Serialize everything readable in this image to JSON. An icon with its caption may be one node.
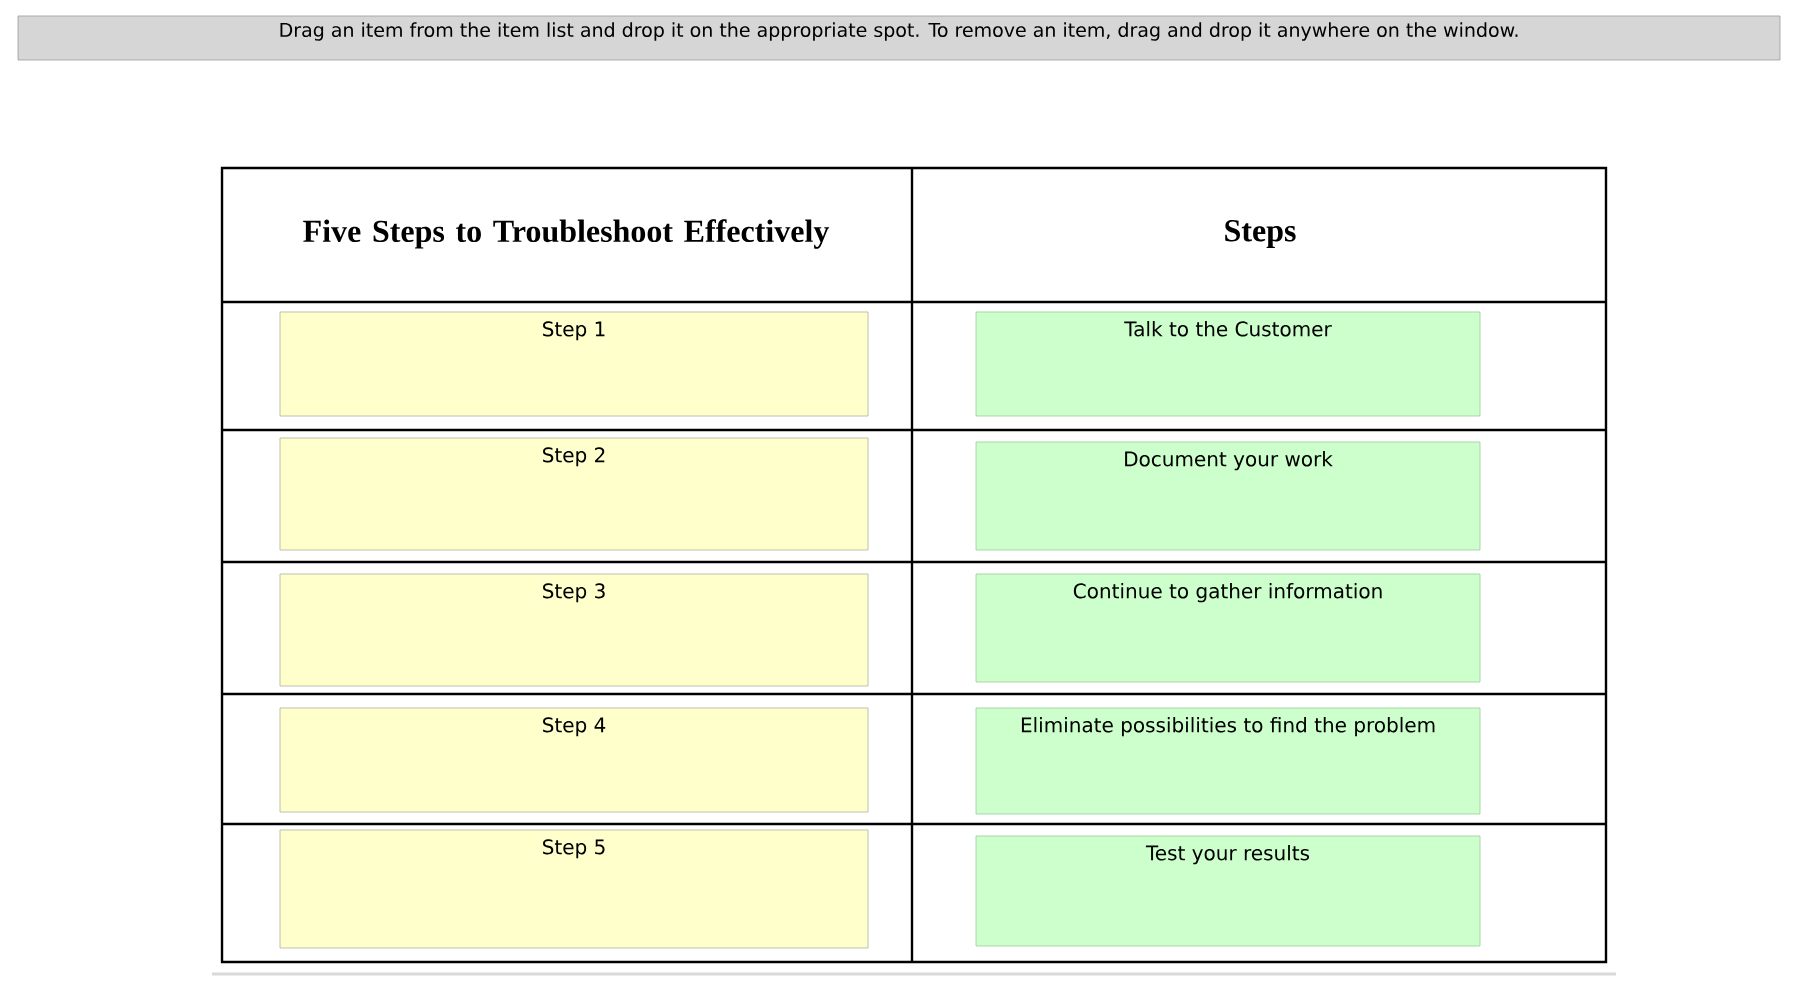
{
  "diagram": {
    "nodes": [
      {
        "text": [
          "Drag an item from the item list and drop it on the appropriate spot. To remove an item, drag and drop it anywhere on the window."
        ]
      },
      {
        "text": [
          "Step 1"
        ]
      },
      {
        "text": [
          "Step 2"
        ]
      },
      {
        "text": [
          "Step 3"
        ]
      },
      {
        "text": [
          "Step 4"
        ]
      },
      {
        "text": [
          "Step 5"
        ]
      },
      {
        "text": [
          "Talk to the Customer"
        ]
      },
      {
        "text": [
          "Document your work"
        ]
      },
      {
        "text": [
          "Continue to gather information"
        ]
      },
      {
        "text": [
          "Eliminate possibilities to find the problem"
        ]
      },
      {
        "text": [
          "Test your results"
        ]
      }
    ],
    "labels": [
      "Five Steps to Troubleshoot Effectively",
      "Steps"
    ]
  }
}
